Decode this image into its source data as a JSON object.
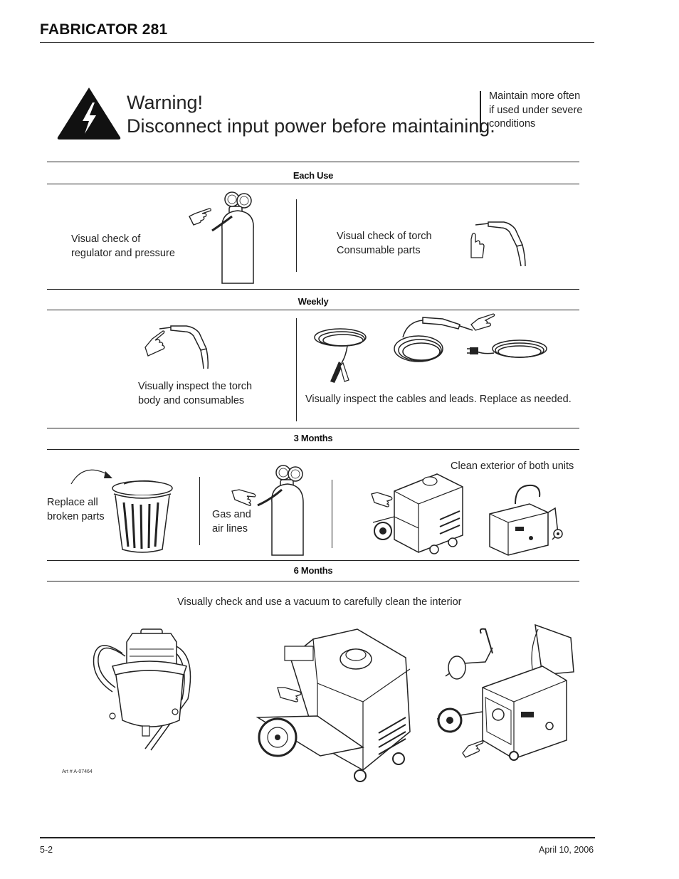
{
  "header": {
    "title": "FABRICATOR 281"
  },
  "warning": {
    "line1": "Warning!",
    "line2": "Disconnect input power before maintaining.",
    "icon": "high-voltage-warning-icon"
  },
  "note": {
    "line1": "Maintain more often",
    "line2": "if used under severe",
    "line3": "conditions"
  },
  "sections": {
    "each_use": {
      "title": "Each Use",
      "left_caption": [
        "Visual check of",
        "regulator and pressure"
      ],
      "right_caption": [
        "Visual check of torch",
        "Consumable parts"
      ]
    },
    "weekly": {
      "title": "Weekly",
      "left_caption": [
        "Visually inspect the torch",
        "body and consumables"
      ],
      "right_caption": "Visually inspect the cables and leads. Replace as needed."
    },
    "three_months": {
      "title": "3 Months",
      "caption_parts": [
        "Replace all",
        "broken parts"
      ],
      "caption_gas": [
        "Gas and",
        "air lines"
      ],
      "caption_clean": "Clean exterior of both units"
    },
    "six_months": {
      "title": "6 Months",
      "caption": "Visually check and use a vacuum to carefully clean  the interior"
    }
  },
  "art_number": "Art # A-07464",
  "footer": {
    "page": "5-2",
    "date": "April 10, 2006"
  }
}
